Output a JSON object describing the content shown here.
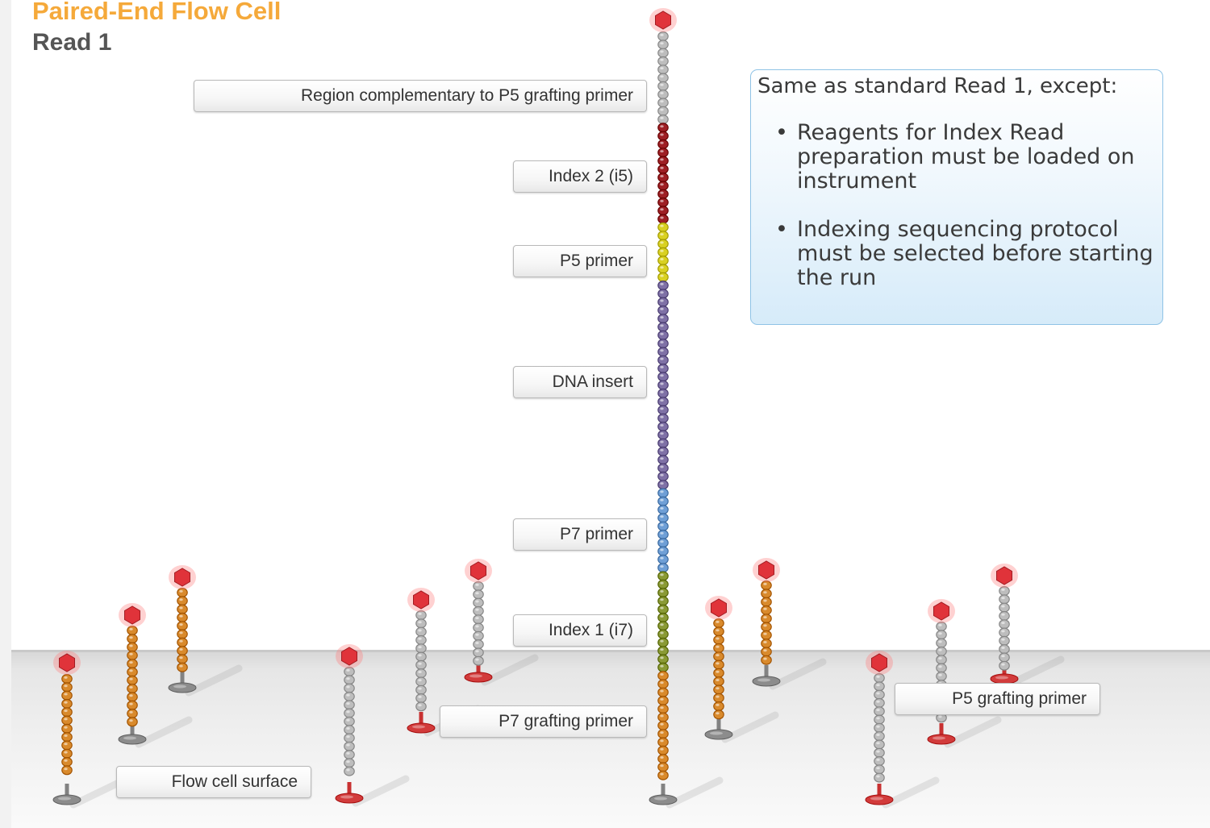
{
  "header": {
    "title": "Paired-End Flow Cell",
    "subtitle": "Read 1"
  },
  "labels": {
    "region_complementary": "Region complementary to P5 grafting primer",
    "index2": "Index 2 (i5)",
    "p5_primer": "P5 primer",
    "dna_insert": "DNA insert",
    "p7_primer": "P7 primer",
    "index1": "Index 1 (i7)",
    "p7_grafting": "P7 grafting primer",
    "p5_grafting": "P5 grafting primer",
    "flow_cell_surface": "Flow cell surface"
  },
  "note": {
    "lead": "Same as standard Read 1, except:",
    "bullet": "•",
    "items": [
      "Reagents for Index Read preparation must be loaded on instrument",
      "Indexing sequencing protocol must be selected before starting the run"
    ]
  },
  "colors": {
    "title": "#f5a93a",
    "grey_bead": "#bdbdbd",
    "index2_bead": "#9e1f24",
    "p5_primer_bead": "#d9d122",
    "insert_bead": "#7f71a6",
    "p7_primer_bead": "#6f9fd6",
    "index1_bead": "#8a9a35",
    "orange_bead": "#d98a2c",
    "cap": "#e0333a",
    "red_base": "#d23b3b",
    "grey_base": "#8c8c8c"
  }
}
